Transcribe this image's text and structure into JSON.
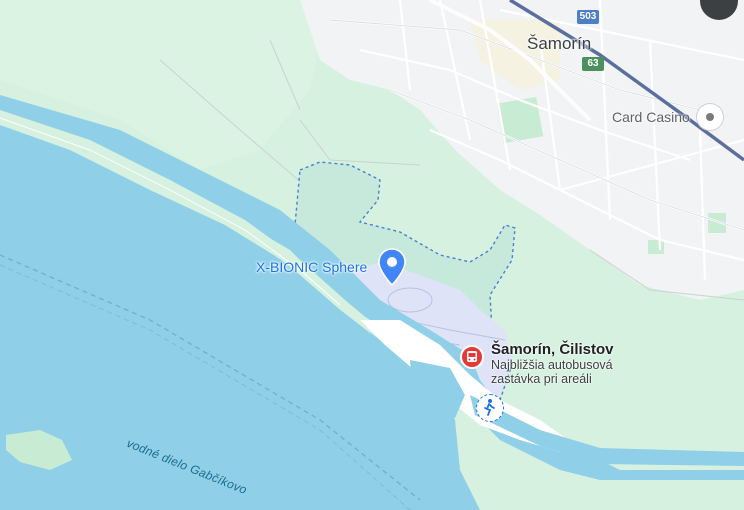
{
  "map": {
    "labels": {
      "town": "Šamorín",
      "casino": "Card Casino",
      "poi": "X-BIONIC Sphere",
      "stop_title": "Šamorín, Čilistov",
      "stop_desc_line1": "Najbližšia autobusová",
      "stop_desc_line2": "zastávka pri areáli",
      "water": "vodné dielo Gabčíkovo"
    },
    "road_shields": [
      "503",
      "63"
    ],
    "icons": {
      "poi_pin": "map-pin-icon",
      "casino": "casino-place-icon",
      "bus_stop": "bus-stop-icon",
      "walk": "walking-person-icon"
    },
    "colors": {
      "water": "#8fd0e8",
      "green": "#d6f1df",
      "urban": "#f1f3f4",
      "highlight": "#dfe3f7",
      "pin": "#4285f4",
      "bus": "#e53935",
      "rail": "#5a6f9e"
    }
  }
}
